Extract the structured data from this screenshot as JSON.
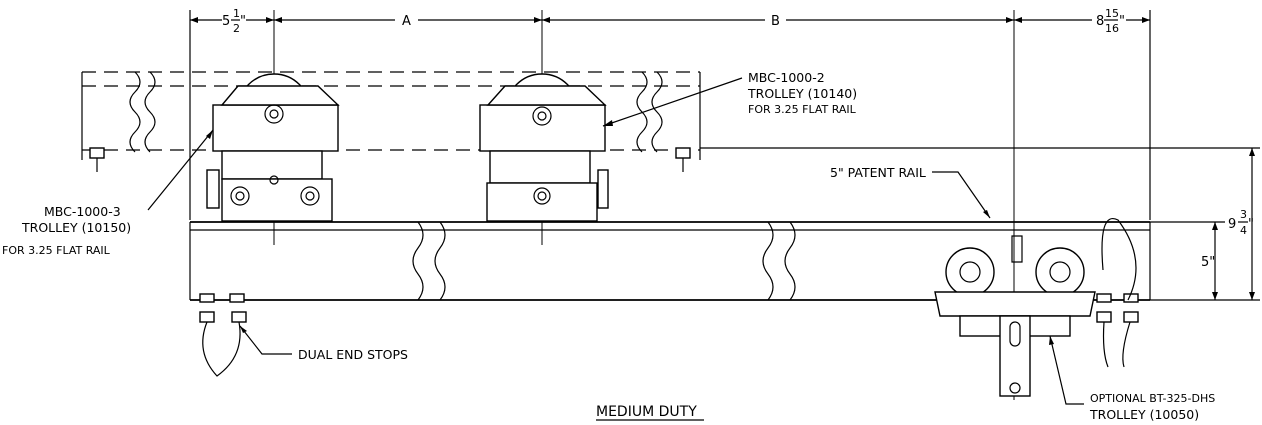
{
  "title": "MEDIUM DUTY",
  "dimensions": {
    "left_whole": "5",
    "left_num": "1",
    "left_den": "2",
    "left_unit": "\"",
    "a": "A",
    "b": "B",
    "right_whole": "8",
    "right_num": "15",
    "right_den": "16",
    "right_unit": "\"",
    "height_whole": "9",
    "height_num": "3",
    "height_den": "4",
    "height_unit": "\"",
    "rail_height": "5\""
  },
  "callouts": {
    "trolley_2": [
      "MBC-1000-2",
      "TROLLEY (10140)",
      "FOR 3.25 FLAT RAIL"
    ],
    "trolley_3": [
      "MBC-1000-3",
      "TROLLEY (10150)",
      "FOR 3.25 FLAT RAIL"
    ],
    "patent_rail": "5\" PATENT RAIL",
    "end_stops": "DUAL END STOPS",
    "optional_trolley": [
      "OPTIONAL BT-325-DHS",
      "TROLLEY (10050)"
    ]
  }
}
